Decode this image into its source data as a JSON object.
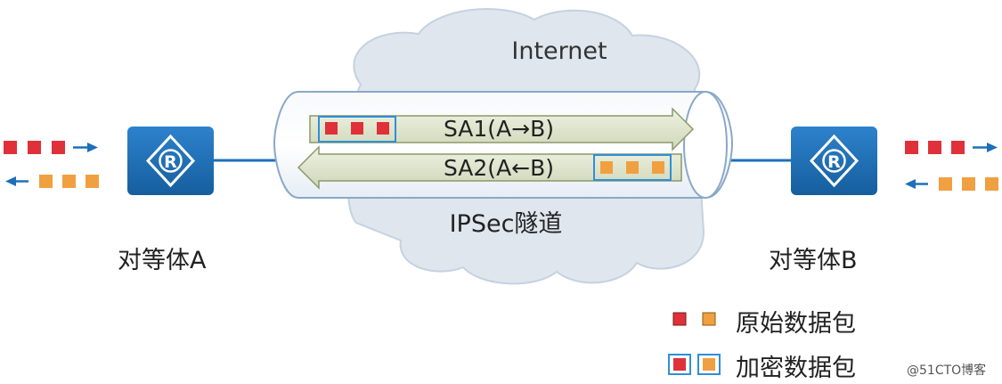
{
  "cloud": {
    "label": "Internet"
  },
  "tunnel": {
    "label": "IPSec隧道",
    "sa1": {
      "label": "SA1(A→B)",
      "direction": "right"
    },
    "sa2": {
      "label": "SA2(A←B)",
      "direction": "left"
    }
  },
  "peers": {
    "a": {
      "label": "对等体A",
      "icon": "router-icon",
      "icon_text": "R"
    },
    "b": {
      "label": "对等体B",
      "icon": "router-icon",
      "icon_text": "R"
    }
  },
  "legend": {
    "original": {
      "label": "原始数据包"
    },
    "encrypted": {
      "label": "加密数据包"
    }
  },
  "watermark": "@51CTO博客",
  "colors": {
    "router": "#1e6fba",
    "cloud": "#dfe6ee",
    "cloud_stroke": "#c5d2e0",
    "packet_red": "#e0303a",
    "packet_orange": "#f0a040",
    "tunnel_border": "#8aa8c8",
    "arrow_fill": "#d9e0c8",
    "link": "#1e6fba",
    "enc_border": "#2f8fd8"
  }
}
